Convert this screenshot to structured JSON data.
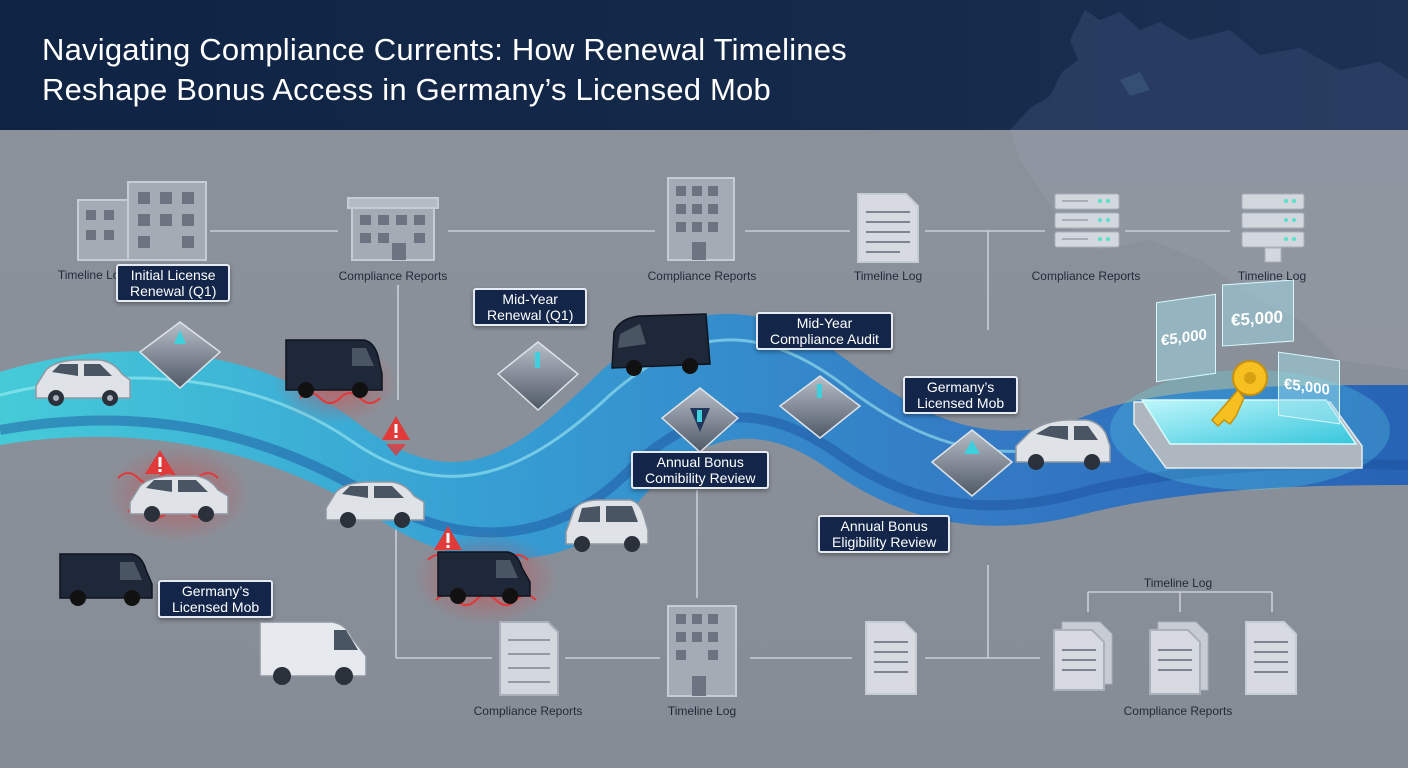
{
  "title": {
    "line1": "Navigating Compliance Currents: How Renewal Timelines",
    "line2": "Reshape Bonus Access in Germany’s Licensed Mob"
  },
  "callouts": {
    "initial_renewal": {
      "line1": "Initial License",
      "line2": "Renewal (Q1)"
    },
    "midyear_renewal": {
      "line1": "Mid-Year",
      "line2": "Renewal (Q1)"
    },
    "midyear_audit": {
      "line1": "Mid-Year",
      "line2": "Compliance Audit"
    },
    "germany_mob_right": {
      "line1": "Germany’s",
      "line2": "Licensed Mob"
    },
    "germany_mob_left": {
      "line1": "Germany’s",
      "line2": "Licensed Mob"
    },
    "annual_review_center": {
      "line1": "Annual Bonus",
      "line2": "Comibility Review"
    },
    "annual_review_lower": {
      "line1": "Annual Bonus",
      "line2": "Eligibility Review"
    }
  },
  "labels": {
    "top_timeline_log_1": "Timeline Log",
    "top_compliance_reports_1": "Compliance Reports",
    "top_compliance_reports_2": "Compliance Reports",
    "top_timeline_log_2": "Timeline Log",
    "top_compliance_reports_3": "Compliance Reports",
    "top_timeline_log_3": "Timeline Log",
    "bottom_compliance_reports_1": "Compliance Reports",
    "bottom_timeline_log_1": "Timeline Log",
    "bottom_timeline_log_2": "Timeline Log",
    "bottom_compliance_reports_2": "Compliance Reports"
  },
  "bonus_cards": {
    "amount_left": "€5,000",
    "amount_top": "€5,000",
    "amount_right": "€5,000"
  },
  "colors": {
    "header": "#13264a",
    "background": "#8a9099",
    "stream_light": "#3fd0de",
    "stream_dark": "#1f5fb8",
    "alert": "#e03a3a",
    "key": "#f5c020"
  }
}
